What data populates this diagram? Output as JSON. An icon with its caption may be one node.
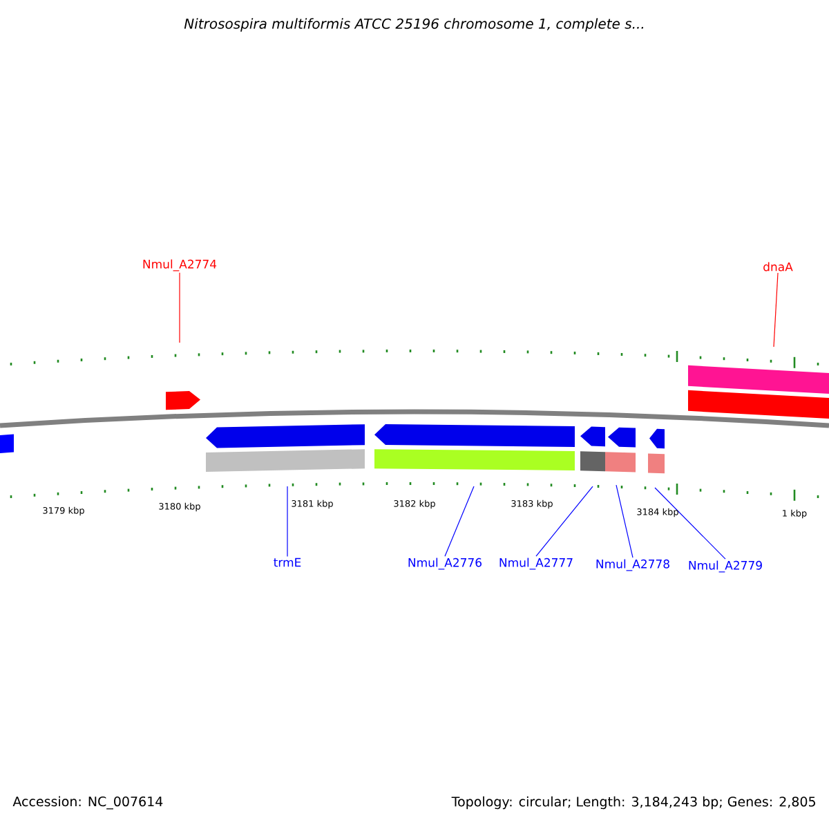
{
  "diagram": {
    "title": "*Nitrosospira multiformis ATCC 25196 chromosome 1, complete s...*",
    "nodes": [
      {
        "text": [
          "Nmul_A2774"
        ]
      },
      {
        "text": [
          "dnaA"
        ]
      },
      {
        "text": [
          "trmE"
        ]
      },
      {
        "text": [
          "Nmul_A2776"
        ]
      },
      {
        "text": [
          "Nmul_A2777"
        ]
      },
      {
        "text": [
          "Nmul_A2778"
        ]
      },
      {
        "text": [
          "Nmul_A2779"
        ]
      }
    ],
    "edges": [
      {
        "from": 0,
        "to": null,
        "arrow": "none",
        "color": "#ff0000"
      },
      {
        "from": 1,
        "to": null,
        "arrow": "none",
        "color": "#ff0000"
      },
      {
        "from": 2,
        "to": null,
        "arrow": "none"
      },
      {
        "from": 3,
        "to": null,
        "arrow": "none"
      },
      {
        "from": 4,
        "to": null,
        "arrow": "none"
      },
      {
        "from": 5,
        "to": null,
        "arrow": "none"
      },
      {
        "from": 6,
        "to": null,
        "arrow": "none"
      }
    ],
    "labels": [
      "3179 kbp",
      "3180 kbp",
      "3181 kbp",
      "3182 kbp",
      "3183 kbp",
      "3184 kbp",
      "1 kbp",
      "Accession: NC_007614",
      "Topology: circular; Length: 3,184,243 bp; Genes: 2,805"
    ]
  }
}
